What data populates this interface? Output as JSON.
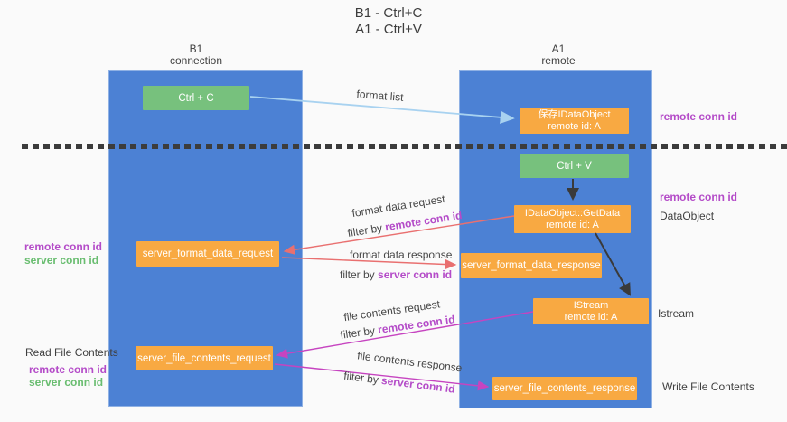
{
  "title": {
    "line1": "B1 - Ctrl+C",
    "line2": "A1 - Ctrl+V"
  },
  "columns": {
    "left": {
      "name": "B1",
      "role": "connection"
    },
    "right": {
      "name": "A1",
      "role": "remote"
    }
  },
  "boxes": {
    "ctrl_c": {
      "label": "Ctrl + C"
    },
    "save_dataobject": {
      "line1": "保存IDataObject",
      "line2": "remote id: A"
    },
    "ctrl_v": {
      "label": "Ctrl + V"
    },
    "getdata": {
      "line1": "IDataObject::GetData",
      "line2": "remote id: A"
    },
    "server_format_data_request": {
      "label": "server_format_data_request"
    },
    "server_format_data_response": {
      "label": "server_format_data_response"
    },
    "istream": {
      "line1": "IStream",
      "line2": "remote id: A"
    },
    "server_file_contents_request": {
      "label": "server_file_contents_request"
    },
    "server_file_contents_response": {
      "label": "server_file_contents_response"
    }
  },
  "arrow_labels": {
    "format_list": "format list",
    "format_data_request": {
      "title": "format data request",
      "filter_prefix": "filter by ",
      "filter_id": "remote conn id"
    },
    "format_data_response": {
      "title": "format data response",
      "filter_prefix": "filter by ",
      "filter_id": "server conn id"
    },
    "file_contents_request": {
      "title": "file contents request",
      "filter_prefix": "filter by ",
      "filter_id": "remote conn id"
    },
    "file_contents_response": {
      "title": "file contents response",
      "filter_prefix": "filter by ",
      "filter_id": "server conn id"
    }
  },
  "side_labels": {
    "right_remote_conn_id_top": "remote conn id",
    "right_remote_conn_id_mid": "remote conn id",
    "right_dataobject": "DataObject",
    "right_istream": "Istream",
    "right_write_file_contents": "Write File Contents",
    "left_remote_conn_id_mid": "remote conn id",
    "left_server_conn_id_mid": "server conn id",
    "left_read_file_contents": "Read File Contents",
    "left_remote_conn_id_bottom": "remote conn id",
    "left_server_conn_id_bottom": "server conn id"
  },
  "colors": {
    "column_blue": "#4c81d4",
    "box_orange": "#f8a942",
    "box_green": "#77c17d",
    "purple_id": "#b44bc8",
    "green_id": "#69bd70",
    "arrow_red": "#e97070",
    "arrow_magenta": "#c644c0",
    "arrow_light_blue": "#a8d2f0",
    "arrow_black": "#3a3a3a",
    "text_dark": "#3d3d3d",
    "background": "#fafafa"
  }
}
